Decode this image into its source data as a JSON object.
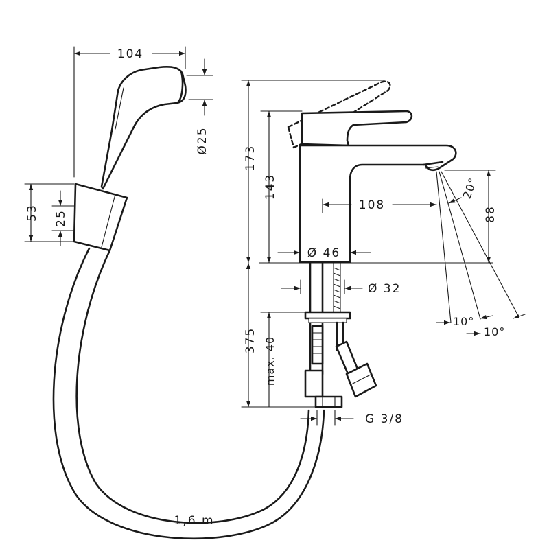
{
  "dimensions": {
    "hand_shower_length": "104",
    "hand_shower_diameter": "Ø25",
    "holder_height": "53",
    "holder_inner": "25",
    "total_height": "173",
    "spout_height": "143",
    "spout_reach": "108",
    "spout_clearance": "88",
    "spray_angle": "20°",
    "body_diameter": "Ø 46",
    "shank_diameter": "Ø 32",
    "connection_length": "375",
    "max_thickness": "max. 40",
    "thread": "G 3/8",
    "spray_tolerance_a": "10°",
    "spray_tolerance_b": "10°",
    "hose_length": "1,6 m"
  }
}
